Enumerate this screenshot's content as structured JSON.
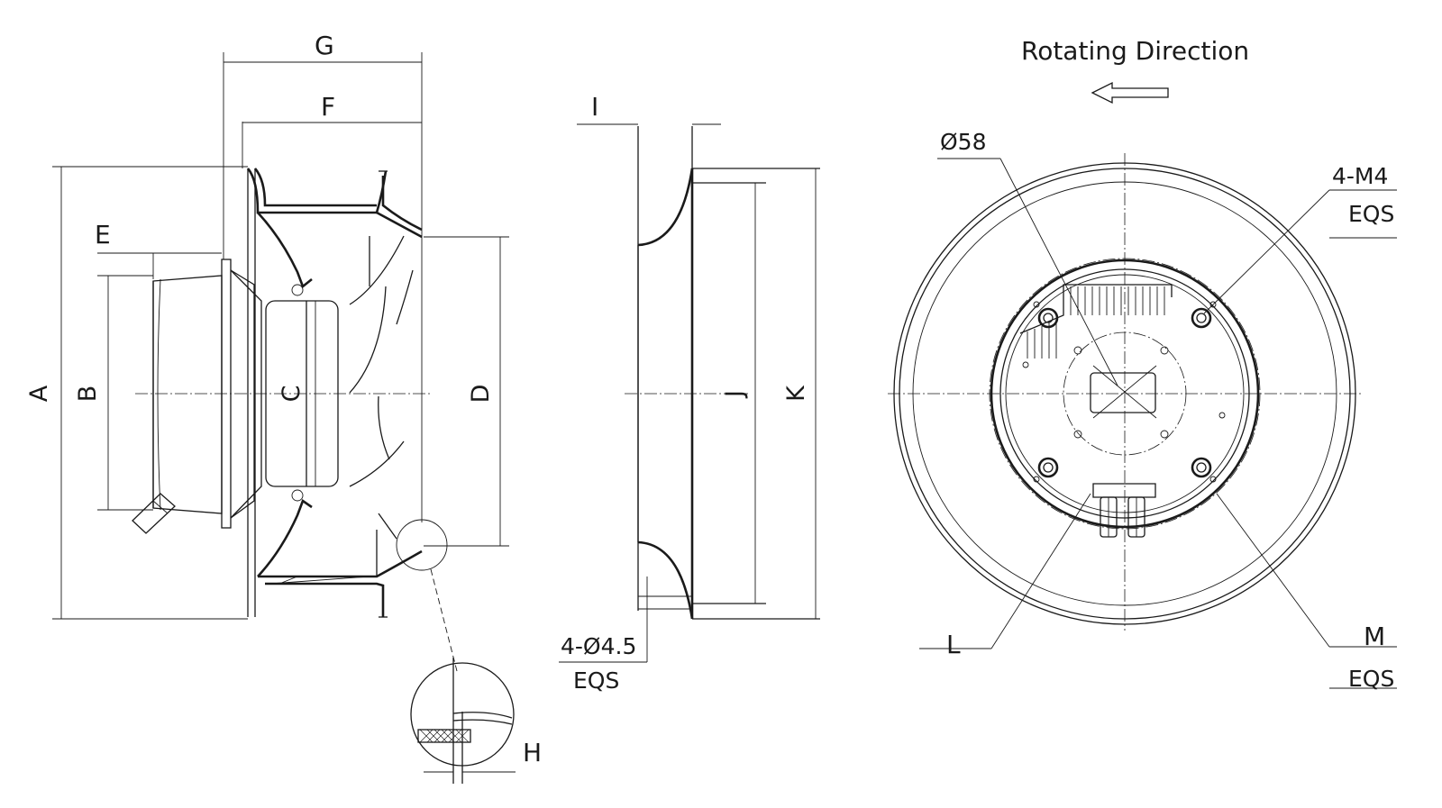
{
  "title": "Rotating Direction",
  "dimensions": {
    "A": "A",
    "B": "B",
    "C": "C",
    "D": "D",
    "E": "E",
    "F": "F",
    "G": "G",
    "H": "H",
    "I": "I",
    "J": "J",
    "K": "K",
    "L": "L",
    "M": "M"
  },
  "notes": {
    "bore_diameter": "Ø58",
    "thread_count": "4-M4",
    "thread_eqs": "EQS",
    "hole_count": "4-Ø4.5",
    "hole_eqs": "EQS",
    "m_eqs": "EQS"
  },
  "icons": {
    "direction_arrow": "left-arrow-icon"
  }
}
